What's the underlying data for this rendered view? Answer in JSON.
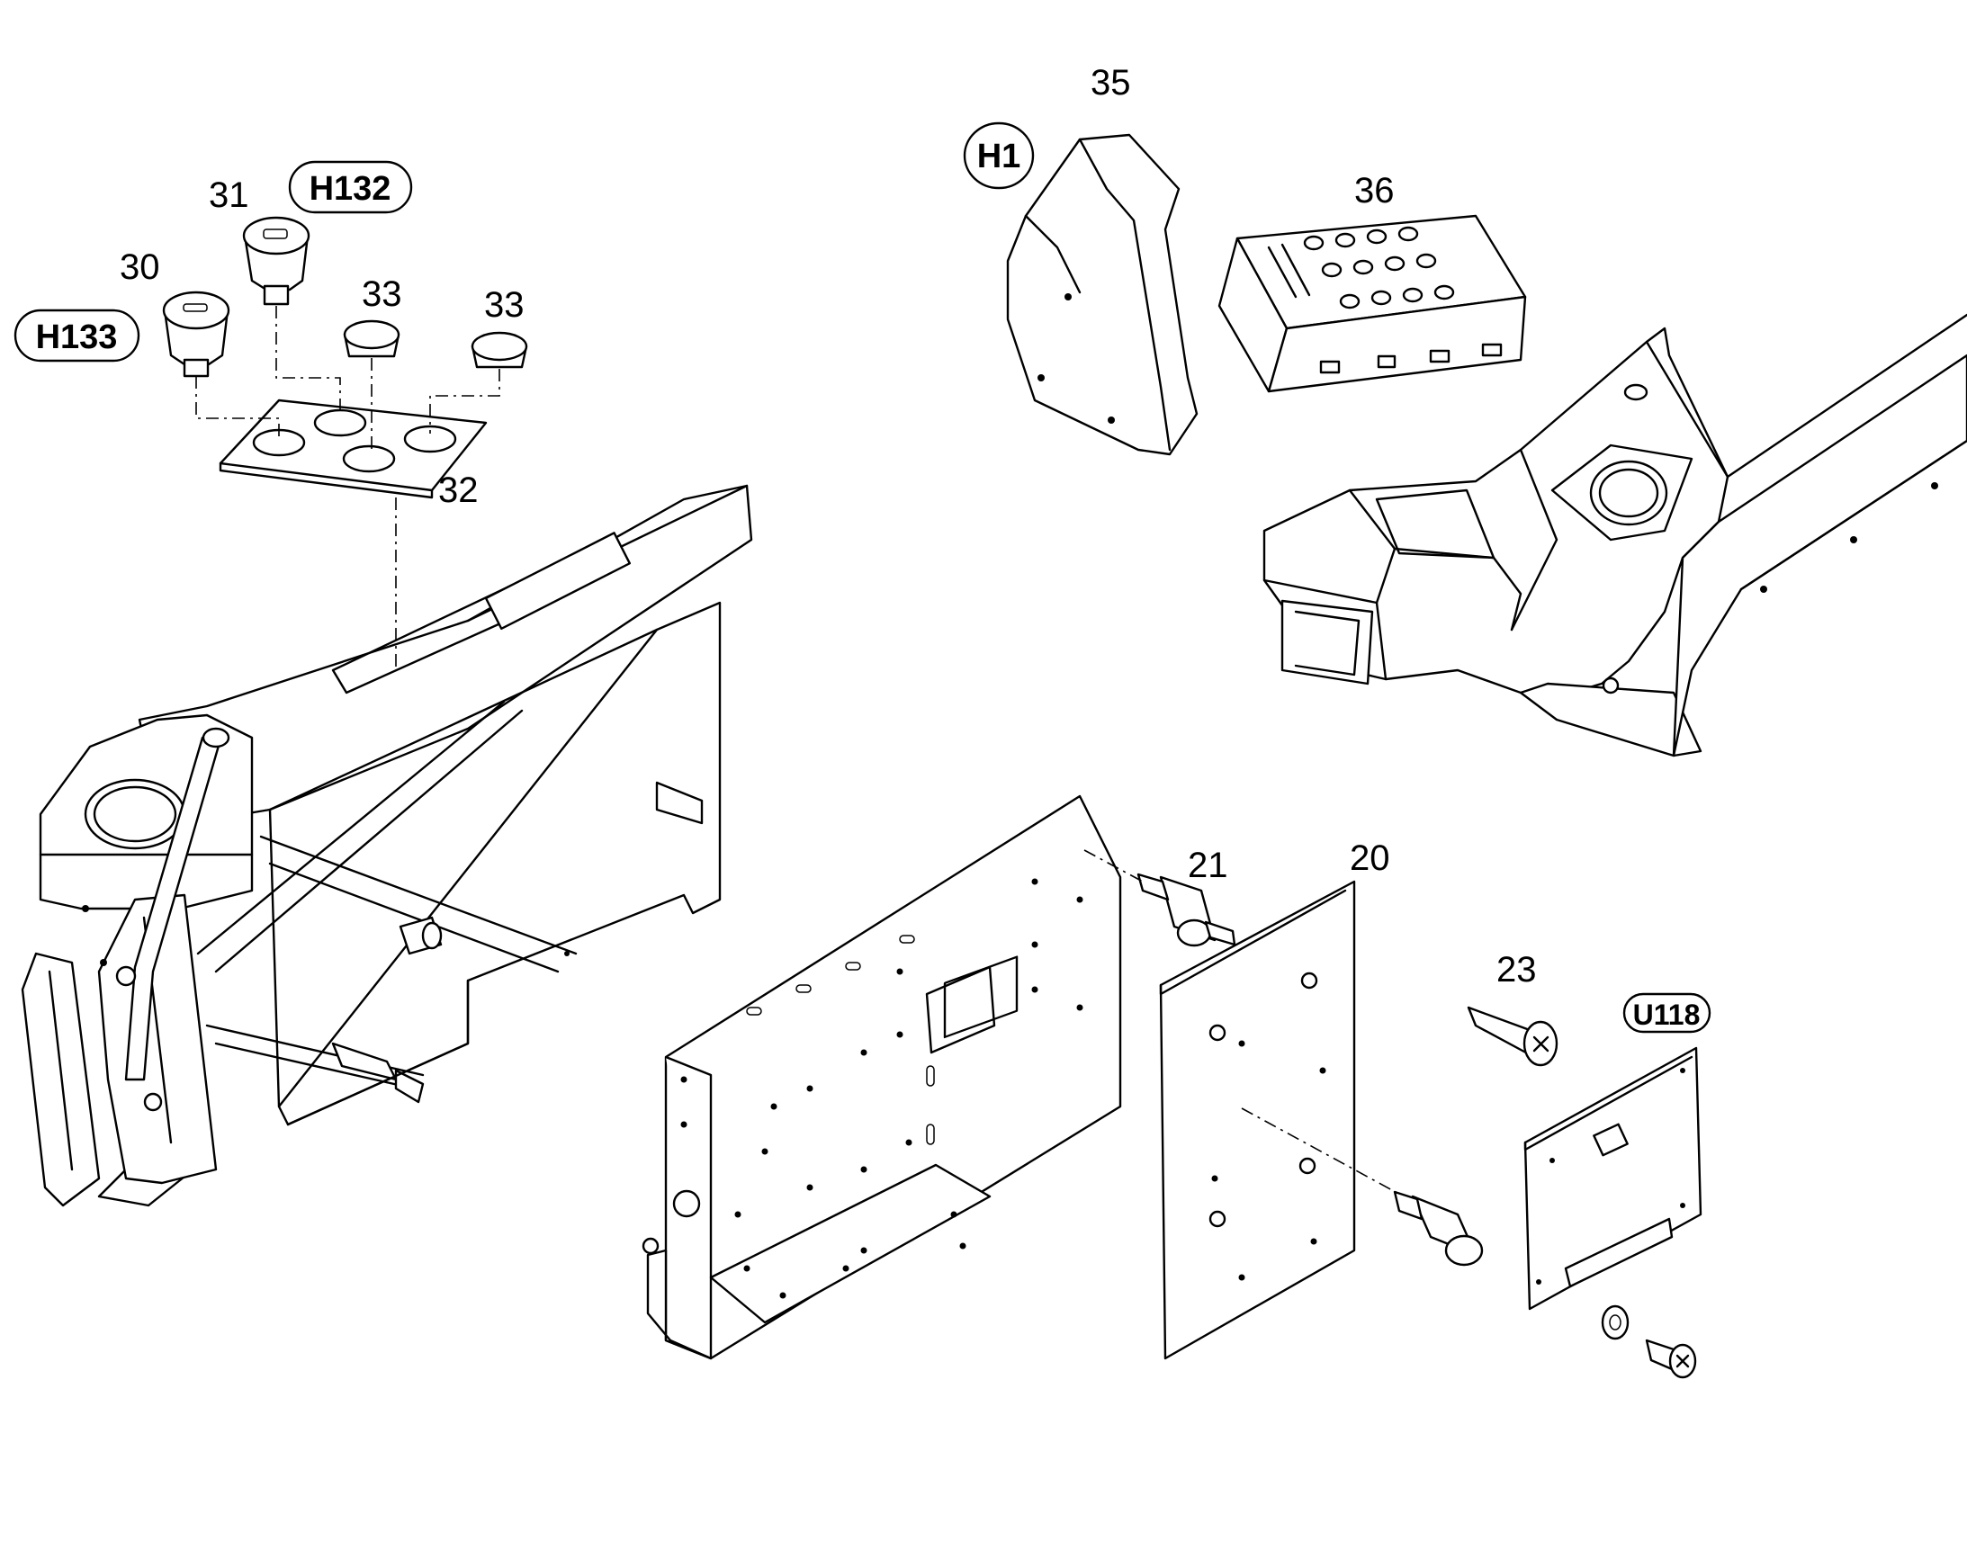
{
  "callouts": {
    "c20": "20",
    "c21": "21",
    "c23": "23",
    "c30": "30",
    "c31": "31",
    "c32": "32",
    "c33a": "33",
    "c33b": "33",
    "c35": "35",
    "c36": "36"
  },
  "tags": {
    "h1": "H1",
    "h132": "H132",
    "h133": "H133",
    "u118": "U118"
  }
}
